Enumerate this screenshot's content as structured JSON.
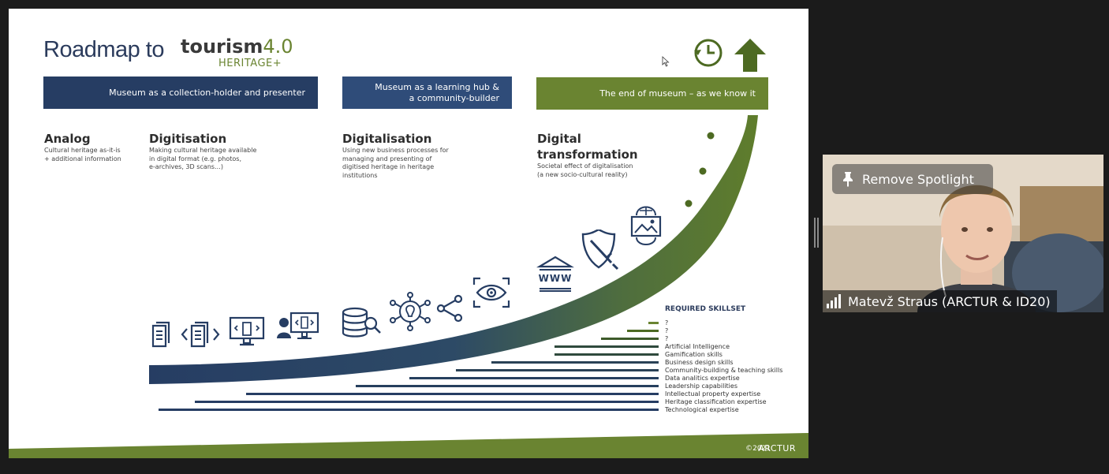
{
  "slide": {
    "title": "Roadmap to",
    "logo_main": "tourism",
    "logo_version": "4.0",
    "logo_sub": "HERITAGE+",
    "phases": [
      {
        "label": "Museum as a collection-holder and presenter"
      },
      {
        "label_line1": "Museum as a learning hub &",
        "label_line2": "a community-builder"
      },
      {
        "label": "The end of museum – as we know it"
      }
    ],
    "stages": [
      {
        "title": "Analog",
        "desc_line1": "Cultural heritage as-it-is",
        "desc_line2": "+ additional information"
      },
      {
        "title": "Digitisation",
        "desc_line1": "Making cultural heritage available",
        "desc_line2": "in digital format (e.g. photos,",
        "desc_line3": "e-archives, 3D scans…)"
      },
      {
        "title": "Digitalisation",
        "desc_line1": "Using new business processes for",
        "desc_line2": "managing and presenting of",
        "desc_line3": "digitised heritage in heritage",
        "desc_line4": "institutions"
      },
      {
        "title_line1": "Digital",
        "title_line2": "transformation",
        "desc_line1": "Societal effect of digitalisation",
        "desc_line2": "(a new socio-cultural reality)"
      }
    ],
    "www_label": "WWW",
    "skills_header": "REQUIRED SKILLSET",
    "skills": [
      "?",
      "?",
      "?",
      "Artificial Intelligence",
      "Gamification skills",
      "Business design skills",
      "Community-building & teaching skills",
      "Data analitics expertise",
      "Leadership capabilities",
      "Intellectual property expertise",
      "Heritage classification expertise",
      "Technological expertise"
    ],
    "copyright": "©2021",
    "brand": "ARCTUR"
  },
  "video": {
    "spotlight_label": "Remove Spotlight",
    "participant_name": "Matevž Straus (ARCTUR & ID20)"
  },
  "colors": {
    "navy": "#263d63",
    "green": "#6a8431",
    "dark_green": "#4d6a22"
  }
}
